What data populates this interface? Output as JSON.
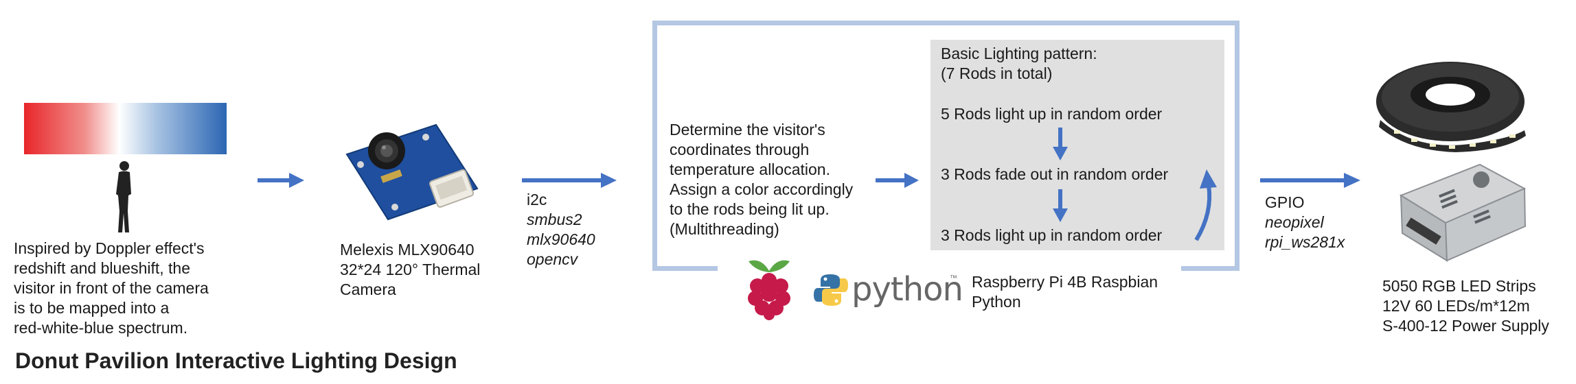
{
  "title": "Donut Pavilion Interactive Lighting Design",
  "doppler": {
    "description": "Inspired by Doppler effect's\nredshift and blueshift, the\nvisitor in front of the camera\nis to be mapped into a\nred-white-blue spectrum.",
    "spectrum_colors": [
      "#e8262a",
      "#ffffff",
      "#2c66b3"
    ]
  },
  "camera": {
    "description": "Melexis MLX90640\n32*24 120° Thermal\nCamera"
  },
  "i2c": {
    "label": "i2c",
    "libraries": [
      "smbus2",
      "mlx90640",
      "opencv"
    ]
  },
  "pi": {
    "logic": "Determine the visitor's\ncoordinates through\ntemperature allocation.\nAssign a color accordingly\nto the rods being lit up.\n(Multithreading)",
    "pattern_title": "Basic Lighting pattern:\n(7 Rods in total)",
    "steps": [
      "5 Rods light up in random order",
      "3 Rods fade out in random order",
      "3 Rods light up in random order"
    ],
    "python_logo_text": "python",
    "python_tm": "™",
    "platform": "Raspberry Pi 4B Raspbian\nPython"
  },
  "gpio": {
    "label": "GPIO",
    "libraries": [
      "neopixel",
      "rpi_ws281x"
    ]
  },
  "led": {
    "description": "5050 RGB LED Strips\n12V 60 LEDs/m*12m\nS-400-12 Power Supply"
  },
  "colors": {
    "arrow": "#4472c4",
    "frame": "#b4c7e3",
    "gray_box": "#e0e0e0",
    "pcb": "#1f4f9e",
    "raspberry": "#c51a4a",
    "leaf": "#5ba745",
    "python_blue": "#3572a5",
    "python_yellow": "#f7c948"
  }
}
